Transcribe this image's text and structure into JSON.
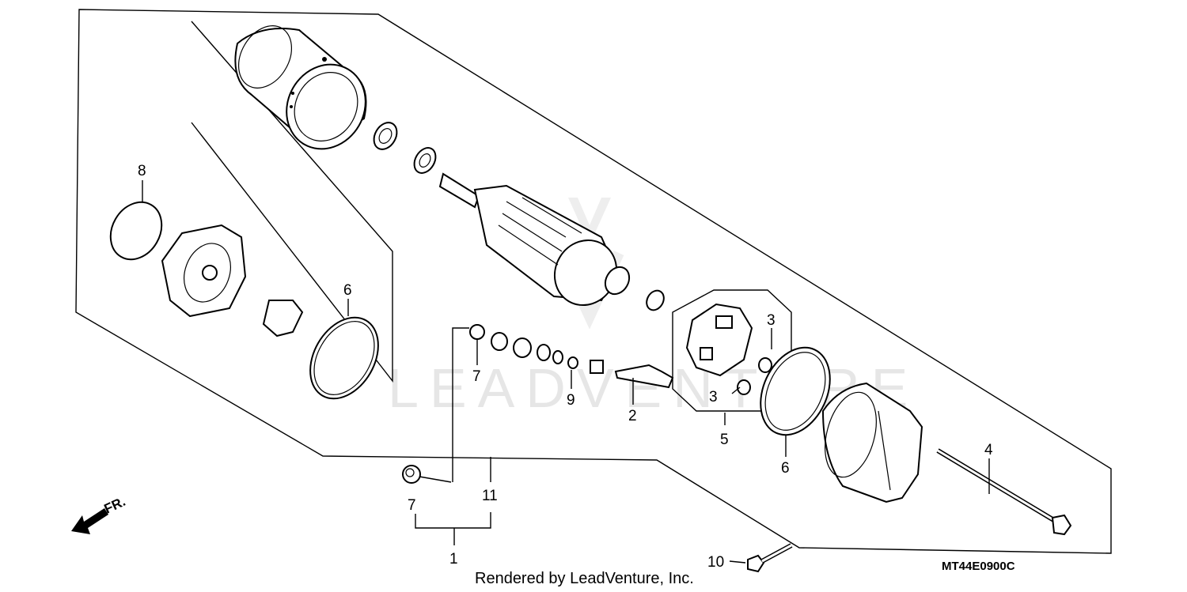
{
  "callouts": {
    "c1": "1",
    "c2": "2",
    "c3a": "3",
    "c3b": "3",
    "c4": "4",
    "c5": "5",
    "c6a": "6",
    "c6b": "6",
    "c7a": "7",
    "c7b": "7",
    "c8": "8",
    "c9": "9",
    "c10": "10",
    "c11": "11"
  },
  "direction_marker": "FR.",
  "credit": "Rendered by LeadVenture, Inc.",
  "diagram_code": "MT44E0900C",
  "watermark": "LEADVENTURE"
}
